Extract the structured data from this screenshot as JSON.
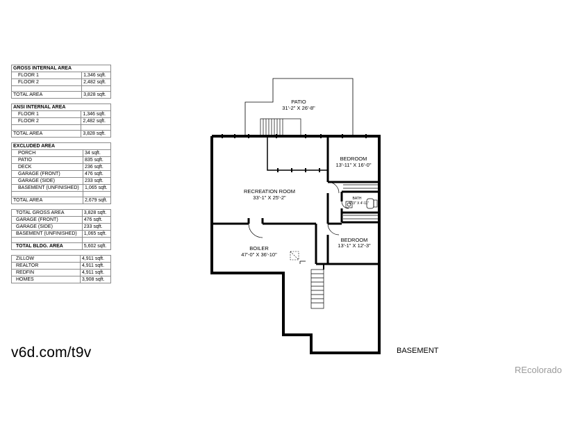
{
  "tables": [
    {
      "title": "GROSS INTERNAL AREA",
      "items": [
        [
          "FLOOR 1",
          "1,346 sqft."
        ],
        [
          "FLOOR 2",
          "2,482 sqft."
        ]
      ],
      "total": [
        "TOTAL AREA",
        "3,828 sqft."
      ]
    },
    {
      "title": "ANSI INTERNAL AREA",
      "items": [
        [
          "FLOOR 1",
          "1,346 sqft."
        ],
        [
          "FLOOR 2",
          "2,482 sqft."
        ]
      ],
      "total": [
        "TOTAL AREA",
        "3,828 sqft."
      ]
    },
    {
      "title": "EXCLUDED AREA",
      "items": [
        [
          "PORCH",
          "34 sqft."
        ],
        [
          "PATIO",
          "835 sqft."
        ],
        [
          "DECK",
          "236 sqft."
        ],
        [
          "GARAGE (FRONT)",
          "476 sqft."
        ],
        [
          "GARAGE (SIDE)",
          "233 sqft."
        ],
        [
          "BASEMENT (UNFINISHED)",
          "1,065 sqft."
        ]
      ],
      "total": [
        "TOTAL AREA",
        "2,679 sqft."
      ]
    },
    {
      "title": "",
      "rows": [
        [
          "TOTAL GROSS AREA",
          "3,828 sqft."
        ],
        [
          "GARAGE (FRONT)",
          "476 sqft."
        ],
        [
          "GARAGE (SIDE)",
          "233 sqft."
        ],
        [
          "BASEMENT (UNFINISHED)",
          "1,065 sqft."
        ]
      ],
      "bold_total": [
        "TOTAL BLDG. AREA",
        "5,602 sqft."
      ]
    },
    {
      "title": "",
      "rows": [
        [
          "ZILLOW",
          "4,911 sqft."
        ],
        [
          "REALTOR",
          "4,911 sqft."
        ],
        [
          "REDFIN",
          "4,911 sqft."
        ],
        [
          "HOMES",
          "3,908 sqft."
        ]
      ]
    }
  ],
  "link_text": "v6d.com/t9v",
  "level_label": "BASEMENT",
  "watermark": "REcolorado",
  "rooms": {
    "patio": {
      "name": "PATIO",
      "dims": "31'-2\" X 26'-8\""
    },
    "bedroom1": {
      "name": "BEDROOM",
      "dims": "13'-11\" X 16'-0\""
    },
    "recreation": {
      "name": "RECREATION ROOM",
      "dims": "33'-1\" X 25'-2\""
    },
    "bath": {
      "name": "BATH",
      "dims": "9'-3\" X 4'-11\""
    },
    "bedroom2": {
      "name": "BEDROOM",
      "dims": "13'-1\" X 12'-3\""
    },
    "boiler": {
      "name": "BOILER",
      "dims": "47'-0\" X 36'-10\""
    }
  }
}
